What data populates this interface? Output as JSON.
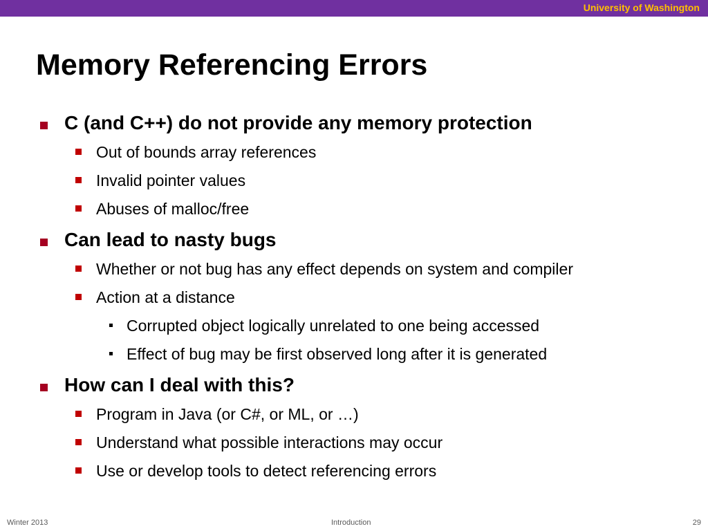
{
  "header": {
    "institution": "University of Washington",
    "colors": {
      "bar": "#7030a0",
      "institution_text": "#ffc000",
      "level1_bullet": "#a50021",
      "level2_bullet": "#c00000"
    }
  },
  "slide": {
    "title": "Memory Referencing Errors",
    "bullets": [
      {
        "text": "C (and C++) do not provide any memory protection",
        "sub": [
          {
            "text": "Out of bounds array references"
          },
          {
            "text": "Invalid pointer values"
          },
          {
            "text": "Abuses of malloc/free"
          }
        ]
      },
      {
        "text": "Can lead to nasty bugs",
        "sub": [
          {
            "text": "Whether or not bug has any effect depends on system and compiler"
          },
          {
            "text": "Action at a distance",
            "sub": [
              {
                "text": "Corrupted object logically unrelated to one being accessed"
              },
              {
                "text": "Effect of bug may be first observed long after it is generated"
              }
            ]
          }
        ]
      },
      {
        "text": "How can I deal with this?",
        "sub": [
          {
            "text": "Program in Java (or C#, or ML, or …)"
          },
          {
            "text": "Understand what possible interactions may occur"
          },
          {
            "text": "Use or develop tools to detect referencing errors"
          }
        ]
      }
    ]
  },
  "footer": {
    "left": "Winter 2013",
    "center": "Introduction",
    "right": "29"
  }
}
